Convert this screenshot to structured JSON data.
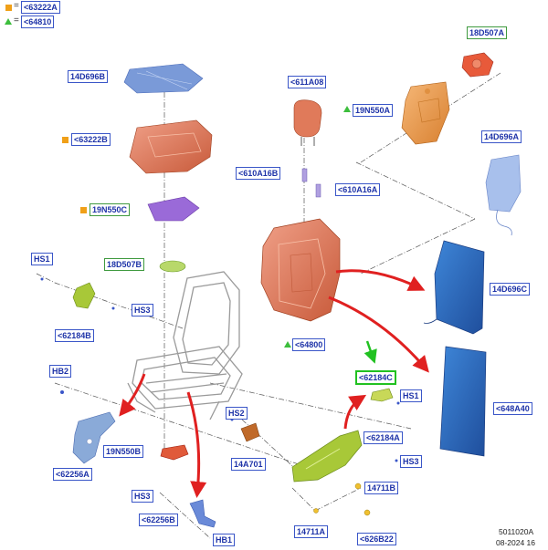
{
  "legend": {
    "square_code": "<63222A",
    "triangle_code": "<64810",
    "equals": "=",
    "square_color": "#f0a018",
    "triangle_color": "#3cbe3c"
  },
  "labels": {
    "l_18d507a": "18D507A",
    "l_14d696b": "14D696B",
    "l_611a08": "<611A08",
    "l_19n550a": "19N550A",
    "l_14d696a": "14D696A",
    "l_63222b": "<63222B",
    "l_610a16b": "<610A16B",
    "l_610a16a": "<610A16A",
    "l_19n550c": "19N550C",
    "l_hs1_left": "HS1",
    "l_18d507b": "18D507B",
    "l_14d696c": "14D696C",
    "l_hs3_left": "HS3",
    "l_62184b": "<62184B",
    "l_64800": "<64800",
    "l_hb2": "HB2",
    "l_62184c": "<62184C",
    "l_hs1_right": "HS1",
    "l_648a40": "<648A40",
    "l_hs2": "HS2",
    "l_62184a": "<62184A",
    "l_19n550b": "19N550B",
    "l_14a701": "14A701",
    "l_hs3_right": "HS3",
    "l_62256a": "<62256A",
    "l_14711b": "14711B",
    "l_hs3_bottom": "HS3",
    "l_62256b": "<62256B",
    "l_14711a": "14711A",
    "l_626b22": "<626B22",
    "l_hb1": "HB1"
  },
  "footer": {
    "figure_id": "5011020A",
    "date": "08-2024 16"
  },
  "colors": {
    "callout_blue": "#1e33a8",
    "box_blue": "#3a56c8",
    "box_green": "#3f9a3f",
    "highlight_green": "#21c121",
    "arrow_red": "#e02020",
    "seat_orange": "#e07a5a",
    "back_orange": "#f0a050",
    "pad_blue": "#3370c0",
    "bracket_green": "#9cc028",
    "heater_purple": "#8a5ac8"
  }
}
